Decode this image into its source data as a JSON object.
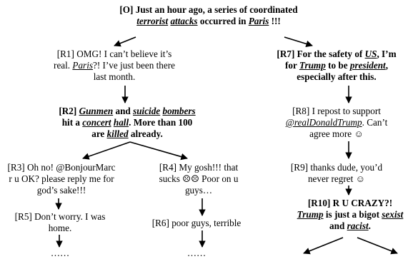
{
  "nodes": {
    "O": {
      "lines": [
        [
          {
            "t": "[O] Just an hour ago, a series of coordinated",
            "s": ""
          }
        ],
        [
          {
            "t": "terrorist",
            "s": "ui"
          },
          {
            "t": " ",
            "s": ""
          },
          {
            "t": "attacks",
            "s": "ui"
          },
          {
            "t": " occurred in ",
            "s": ""
          },
          {
            "t": "Paris",
            "s": "ui"
          },
          {
            "t": " !!!",
            "s": ""
          }
        ]
      ]
    },
    "R1": {
      "lines": [
        [
          {
            "t": "[R1] OMG! I can’t believe it’s",
            "s": ""
          }
        ],
        [
          {
            "t": "real. ",
            "s": ""
          },
          {
            "t": "Paris",
            "s": "ui"
          },
          {
            "t": "?! I’ve just been there",
            "s": ""
          }
        ],
        [
          {
            "t": "last month.",
            "s": ""
          }
        ]
      ]
    },
    "R2": {
      "lines": [
        [
          {
            "t": "[R2] ",
            "s": ""
          },
          {
            "t": "Gunmen",
            "s": "ui"
          },
          {
            "t": " and ",
            "s": ""
          },
          {
            "t": "suicide",
            "s": "ui"
          },
          {
            "t": " ",
            "s": ""
          },
          {
            "t": "bombers",
            "s": "ui"
          }
        ],
        [
          {
            "t": "hit a ",
            "s": ""
          },
          {
            "t": "concert",
            "s": "ui"
          },
          {
            "t": " ",
            "s": ""
          },
          {
            "t": "hall",
            "s": "ui"
          },
          {
            "t": ". More than 100",
            "s": ""
          }
        ],
        [
          {
            "t": "are ",
            "s": ""
          },
          {
            "t": "killed",
            "s": "ui"
          },
          {
            "t": " already.",
            "s": ""
          }
        ]
      ]
    },
    "R3": {
      "lines": [
        [
          {
            "t": "[R3] Oh no! @BonjourMarc",
            "s": ""
          }
        ],
        [
          {
            "t": "r u OK? please reply me for",
            "s": ""
          }
        ],
        [
          {
            "t": "god’s sake!!!",
            "s": ""
          }
        ]
      ]
    },
    "R4": {
      "lines": [
        [
          {
            "t": "[R4] My gosh!!! that",
            "s": ""
          }
        ],
        [
          {
            "t": "sucks ☹☹ Poor on u",
            "s": ""
          }
        ],
        [
          {
            "t": "guys…",
            "s": ""
          }
        ]
      ]
    },
    "R5": {
      "lines": [
        [
          {
            "t": "[R5] Don’t worry. I was",
            "s": ""
          }
        ],
        [
          {
            "t": "home.",
            "s": ""
          }
        ]
      ]
    },
    "R6": {
      "lines": [
        [
          {
            "t": "[R6] poor guys, terrible",
            "s": ""
          }
        ]
      ]
    },
    "R7": {
      "lines": [
        [
          {
            "t": "[R7] For the safety of ",
            "s": ""
          },
          {
            "t": "US",
            "s": "ui"
          },
          {
            "t": ", I’m",
            "s": ""
          }
        ],
        [
          {
            "t": "for ",
            "s": ""
          },
          {
            "t": "Trump",
            "s": "ui"
          },
          {
            "t": " to be ",
            "s": ""
          },
          {
            "t": "president",
            "s": "ui"
          },
          {
            "t": ",",
            "s": ""
          }
        ],
        [
          {
            "t": "especially after this.",
            "s": ""
          }
        ]
      ]
    },
    "R8": {
      "lines": [
        [
          {
            "t": "[R8] I repost to support",
            "s": ""
          }
        ],
        [
          {
            "t": "@realDonaldTrump",
            "s": "ui"
          },
          {
            "t": ". Can’t",
            "s": ""
          }
        ],
        [
          {
            "t": "agree more ☺",
            "s": ""
          }
        ]
      ]
    },
    "R9": {
      "lines": [
        [
          {
            "t": "[R9] thanks dude, you’d",
            "s": ""
          }
        ],
        [
          {
            "t": "never regret ☺",
            "s": ""
          }
        ]
      ]
    },
    "R10": {
      "lines": [
        [
          {
            "t": "[R10] R U CRAZY?!",
            "s": ""
          }
        ],
        [
          {
            "t": "Trump",
            "s": "ui"
          },
          {
            "t": " is just a bigot ",
            "s": ""
          },
          {
            "t": "sexist",
            "s": "ui"
          }
        ],
        [
          {
            "t": "and ",
            "s": ""
          },
          {
            "t": "racist",
            "s": "ui"
          },
          {
            "t": ".",
            "s": ""
          }
        ]
      ]
    },
    "E1": {
      "lines": [
        [
          {
            "t": "……",
            "s": ""
          }
        ]
      ]
    },
    "E2": {
      "lines": [
        [
          {
            "t": "……",
            "s": ""
          }
        ]
      ]
    }
  },
  "style": {
    "line_color": "#000000"
  }
}
